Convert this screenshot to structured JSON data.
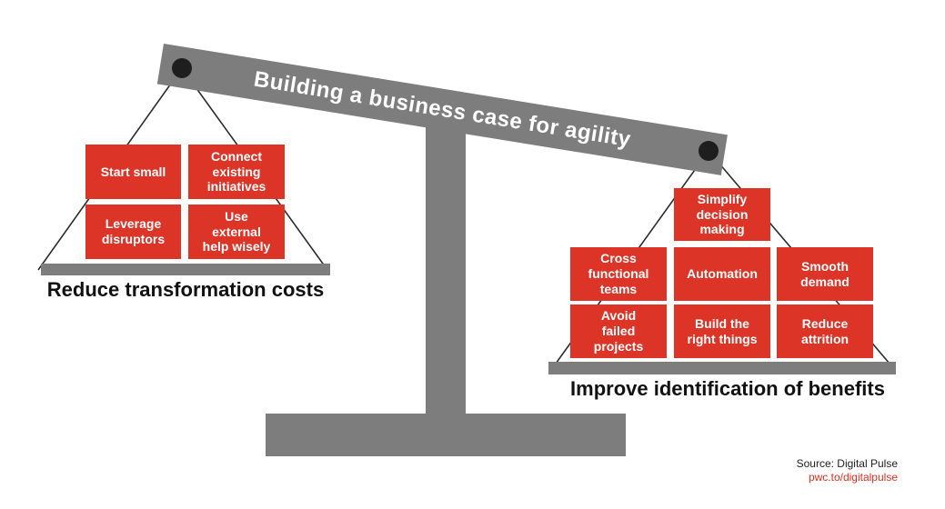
{
  "beam": {
    "title": "Building a business case for agility"
  },
  "left_pan": {
    "label": "Reduce transformation costs",
    "boxes": [
      "Start small",
      "Connect\nexisting\ninitiatives",
      "Leverage\ndisruptors",
      "Use\nexternal\nhelp wisely"
    ]
  },
  "right_pan": {
    "label": "Improve identification of benefits",
    "boxes": [
      "Simplify\ndecision\nmaking",
      "Cross\nfunctional\nteams",
      "Automation",
      "Smooth\ndemand",
      "Avoid\nfailed\nprojects",
      "Build the\nright things",
      "Reduce\nattrition"
    ]
  },
  "source": {
    "line1": "Source: Digital Pulse",
    "line2": "pwc.to/digitalpulse"
  },
  "colors": {
    "box_red": "#dc3427",
    "structure_gray": "#7d7d7d",
    "pivot_black": "#1e1e1e",
    "link_red": "#e0301e",
    "box_text_white": "#ffffff",
    "label_black": "#111111"
  }
}
